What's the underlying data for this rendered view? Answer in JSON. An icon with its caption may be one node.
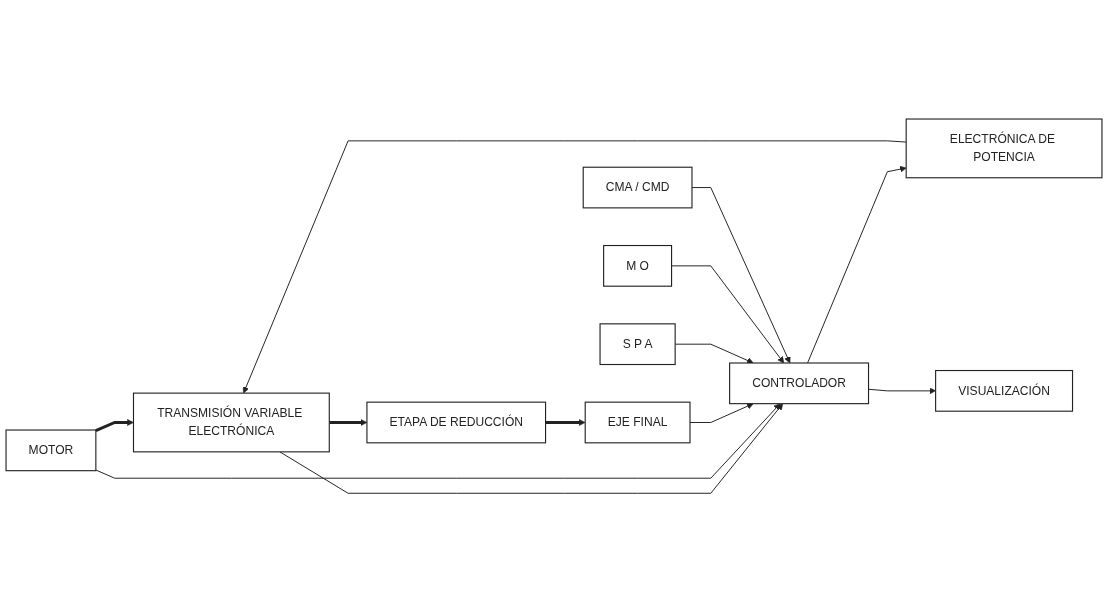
{
  "diagram": {
    "nodes": [
      {
        "text": [
          "MOTOR"
        ]
      },
      {
        "text": [
          "TRANSMISIÓN VARIABLE ELECTRÓNICA"
        ]
      },
      {
        "text": [
          "ETAPA DE REDUCCIÓN"
        ]
      },
      {
        "text": [
          "EJE FINAL"
        ]
      },
      {
        "text": [
          "ELECTRÓNICA DE POTENCIA"
        ]
      },
      {
        "text": [
          "CONTROLADOR"
        ]
      },
      {
        "text": [
          "S P A"
        ]
      },
      {
        "text": [
          "M O"
        ]
      },
      {
        "text": [
          "CMA / CMD"
        ]
      },
      {
        "text": [
          "VISUALIZACIÓN"
        ]
      }
    ],
    "edges": [
      {
        "from": 0,
        "to": 1,
        "arrow": "to",
        "style": "thick"
      },
      {
        "from": 1,
        "to": 2,
        "arrow": "to",
        "style": "thick"
      },
      {
        "from": 2,
        "to": 3,
        "arrow": "to",
        "style": "thick"
      },
      {
        "from": 5,
        "to": 4,
        "arrow": "to"
      },
      {
        "from": 4,
        "to": 1,
        "arrow": "to"
      },
      {
        "from": 1,
        "to": 5,
        "arrow": "to"
      },
      {
        "from": 0,
        "to": 5,
        "arrow": "to"
      },
      {
        "from": 3,
        "to": 5,
        "arrow": "to"
      },
      {
        "from": 6,
        "to": 5,
        "arrow": "to"
      },
      {
        "from": 7,
        "to": 5,
        "arrow": "to"
      },
      {
        "from": 8,
        "to": 5,
        "arrow": "to"
      },
      {
        "from": 5,
        "to": 9,
        "arrow": "to"
      }
    ]
  }
}
